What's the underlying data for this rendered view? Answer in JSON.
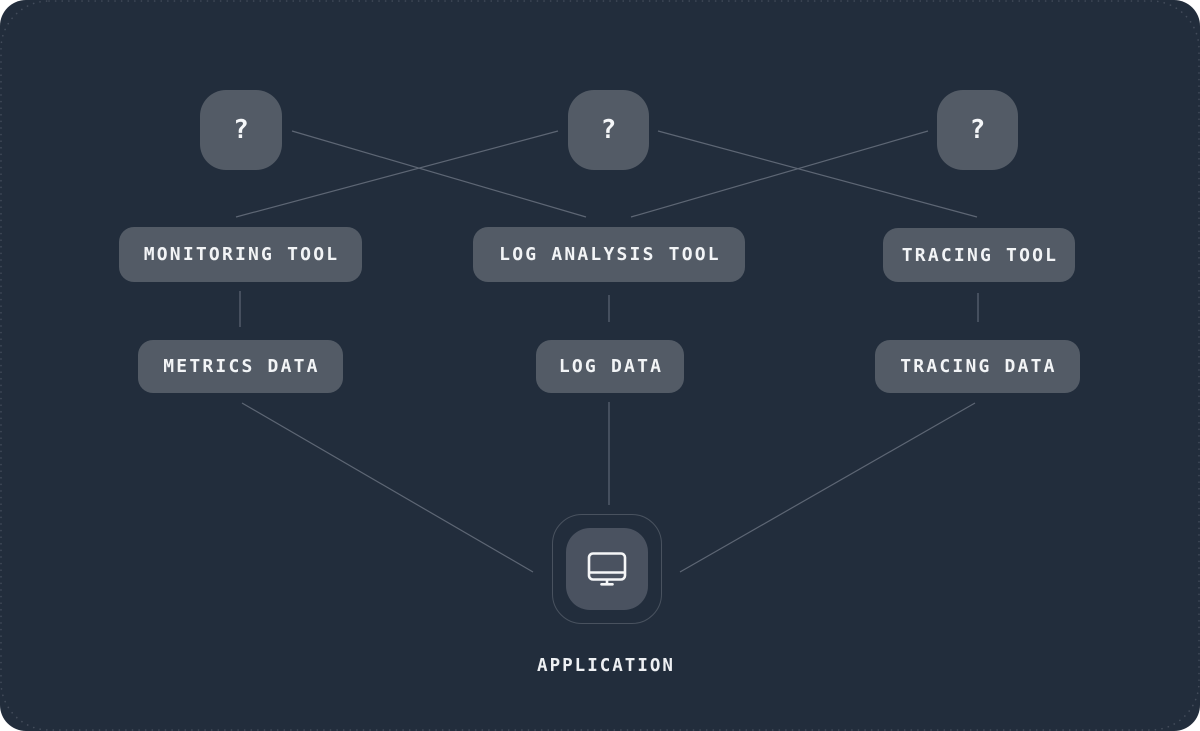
{
  "diagram": {
    "nodes": {
      "unknown_1": "?",
      "unknown_2": "?",
      "unknown_3": "?",
      "monitoring_tool": "MONITORING TOOL",
      "log_analysis_tool": "LOG ANALYSIS TOOL",
      "tracing_tool": "TRACING TOOL",
      "metrics_data": "METRICS DATA",
      "log_data": "LOG DATA",
      "tracing_data": "TRACING DATA",
      "application": "APPLICATION"
    },
    "icons": {
      "application": "monitor-icon"
    },
    "edges": [
      {
        "from": "unknown_1",
        "to": "log_analysis_tool"
      },
      {
        "from": "unknown_2",
        "to": "monitoring_tool"
      },
      {
        "from": "unknown_2",
        "to": "tracing_tool"
      },
      {
        "from": "unknown_3",
        "to": "log_analysis_tool"
      },
      {
        "from": "monitoring_tool",
        "to": "metrics_data"
      },
      {
        "from": "log_analysis_tool",
        "to": "log_data"
      },
      {
        "from": "tracing_tool",
        "to": "tracing_data"
      },
      {
        "from": "metrics_data",
        "to": "application"
      },
      {
        "from": "log_data",
        "to": "application"
      },
      {
        "from": "tracing_data",
        "to": "application"
      }
    ],
    "colors": {
      "background": "#222d3c",
      "node_fill": "#535b66",
      "node_text": "#f2f4f6",
      "connector": "#68707e",
      "app_icon_box_fill": "#4a5260",
      "app_ring": "#49525f",
      "dotted_frame": "#47505e",
      "icon_stroke": "#f5f6f7"
    }
  }
}
